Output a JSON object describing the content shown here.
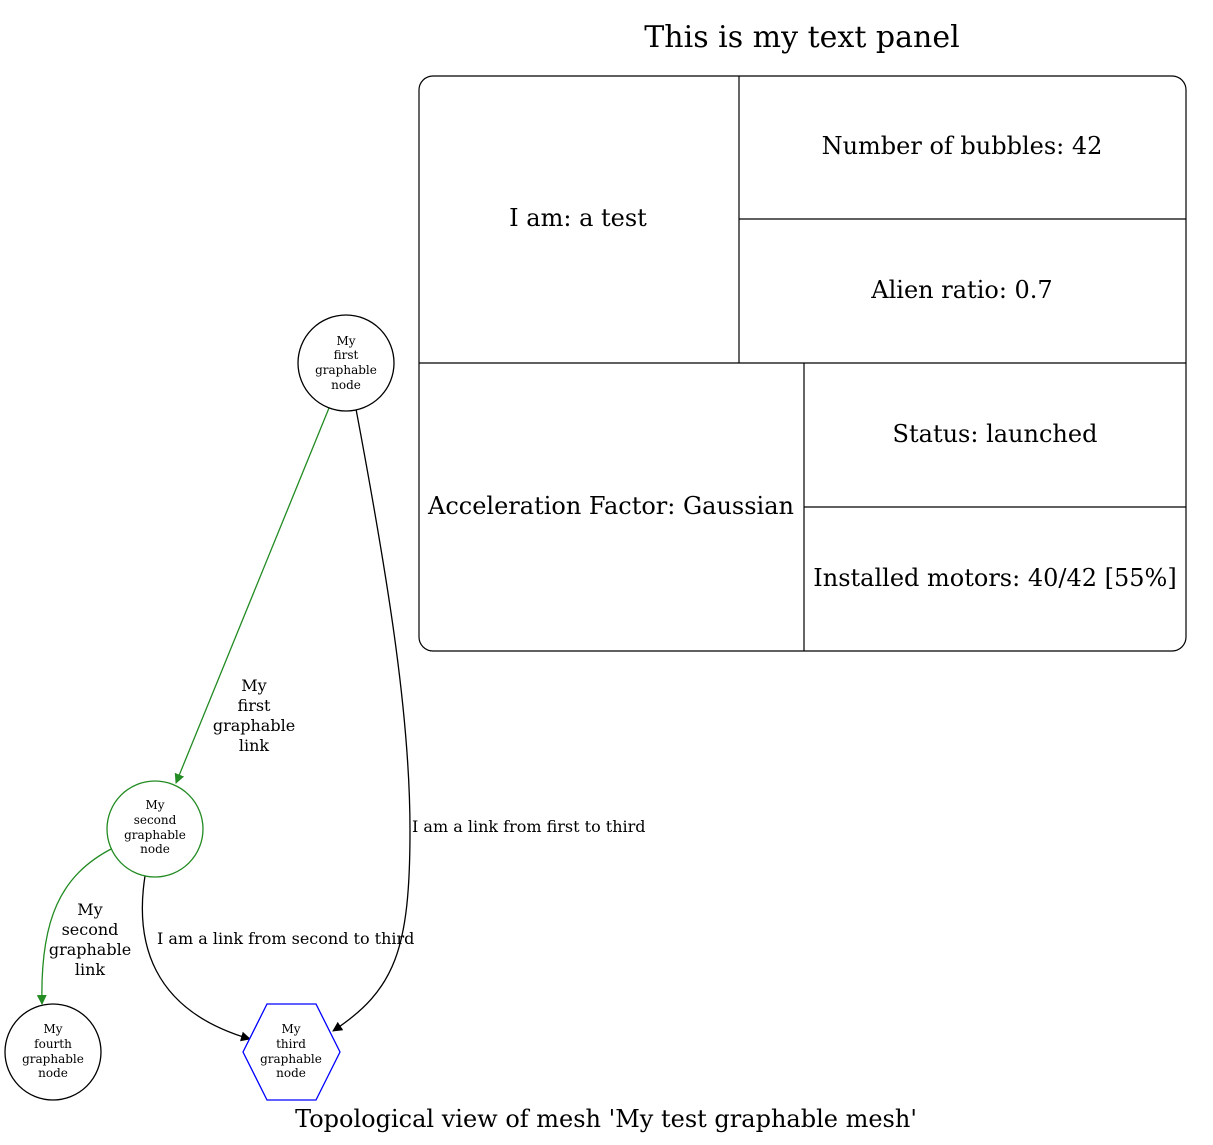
{
  "panel": {
    "title": "This is my text panel",
    "cells": {
      "iam": "I am: a test",
      "bubbles": "Number of bubbles: 42",
      "alien": "Alien ratio: 0.7",
      "accel": "Acceleration Factor: Gaussian",
      "status": "Status: launched",
      "motors": "Installed motors: 40/42 [55%]"
    }
  },
  "nodes": {
    "first": {
      "lines": [
        "My",
        "first",
        "graphable",
        "node"
      ],
      "shape": "circle",
      "color": "#000000"
    },
    "second": {
      "lines": [
        "My",
        "second",
        "graphable",
        "node"
      ],
      "shape": "circle",
      "color": "#228b22"
    },
    "third": {
      "lines": [
        "My",
        "third",
        "graphable",
        "node"
      ],
      "shape": "hexagon",
      "color": "#0000ff"
    },
    "fourth": {
      "lines": [
        "My",
        "fourth",
        "graphable",
        "node"
      ],
      "shape": "circle",
      "color": "#000000"
    }
  },
  "edges": {
    "first_to_second": {
      "lines": [
        "My",
        "first",
        "graphable",
        "link"
      ],
      "color": "#228b22"
    },
    "second_to_fourth": {
      "lines": [
        "My",
        "second",
        "graphable",
        "link"
      ],
      "color": "#228b22"
    },
    "first_to_third": {
      "text": "I am a link from first to third",
      "color": "#000000"
    },
    "second_to_third": {
      "text": "I am a link from second to third",
      "color": "#000000"
    }
  },
  "caption": "Topological view of mesh 'My test graphable mesh'"
}
